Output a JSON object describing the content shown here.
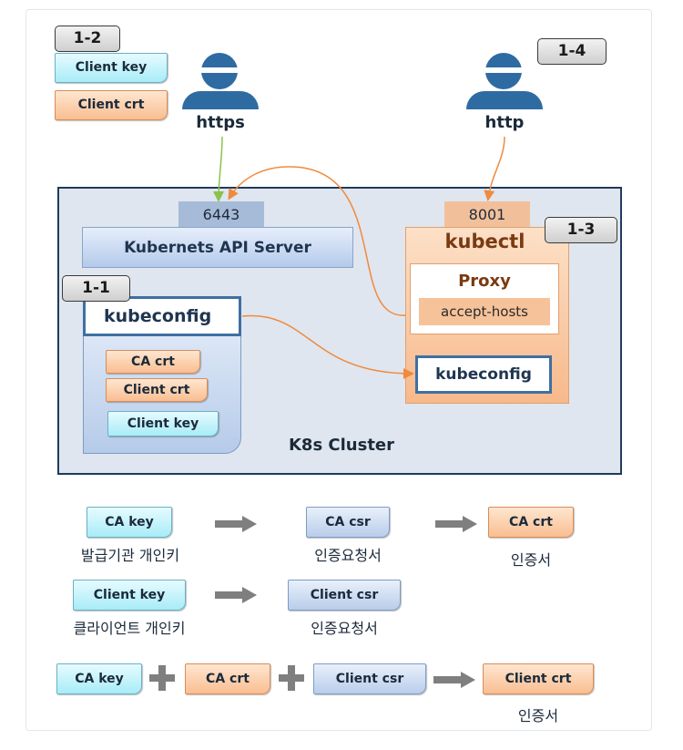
{
  "tags": {
    "t1_1": "1-1",
    "t1_2": "1-2",
    "t1_3": "1-3",
    "t1_4": "1-4"
  },
  "top_left_notes": {
    "client_key": "Client key",
    "client_crt": "Client crt"
  },
  "users": {
    "left_protocol": "https",
    "right_protocol": "http"
  },
  "cluster": {
    "label": "K8s Cluster",
    "api_port": "6443",
    "api_server": "Kubernets API Server",
    "kubectl_port": "8001",
    "kubectl": "kubectl",
    "proxy": "Proxy",
    "accept_hosts": "accept-hosts",
    "kubectl_kubeconfig": "kubeconfig",
    "kubeconfig": "kubeconfig",
    "kubeconfig_items": [
      "CA crt",
      "Client crt",
      "Client key"
    ]
  },
  "process": {
    "row1": {
      "a": "CA key",
      "a_caption": "발급기관 개인키",
      "b": "CA csr",
      "b_caption": "인증요청서",
      "c": "CA crt",
      "c_caption": "인증서"
    },
    "row2": {
      "a": "Client key",
      "a_caption": "클라이언트 개인키",
      "b": "Client csr",
      "b_caption": "인증요청서"
    },
    "row3": {
      "a": "CA key",
      "b": "CA crt",
      "c": "Client csr",
      "d": "Client crt",
      "d_caption": "인증서"
    }
  },
  "colors": {
    "cluster_border": "#1f3b5c",
    "cluster_fill": "#dfe6ef",
    "arrow_gray": "#7f7f7f",
    "line_orange": "#f08a3c",
    "line_green": "#8bc34a",
    "person": "#2f6ba3"
  }
}
